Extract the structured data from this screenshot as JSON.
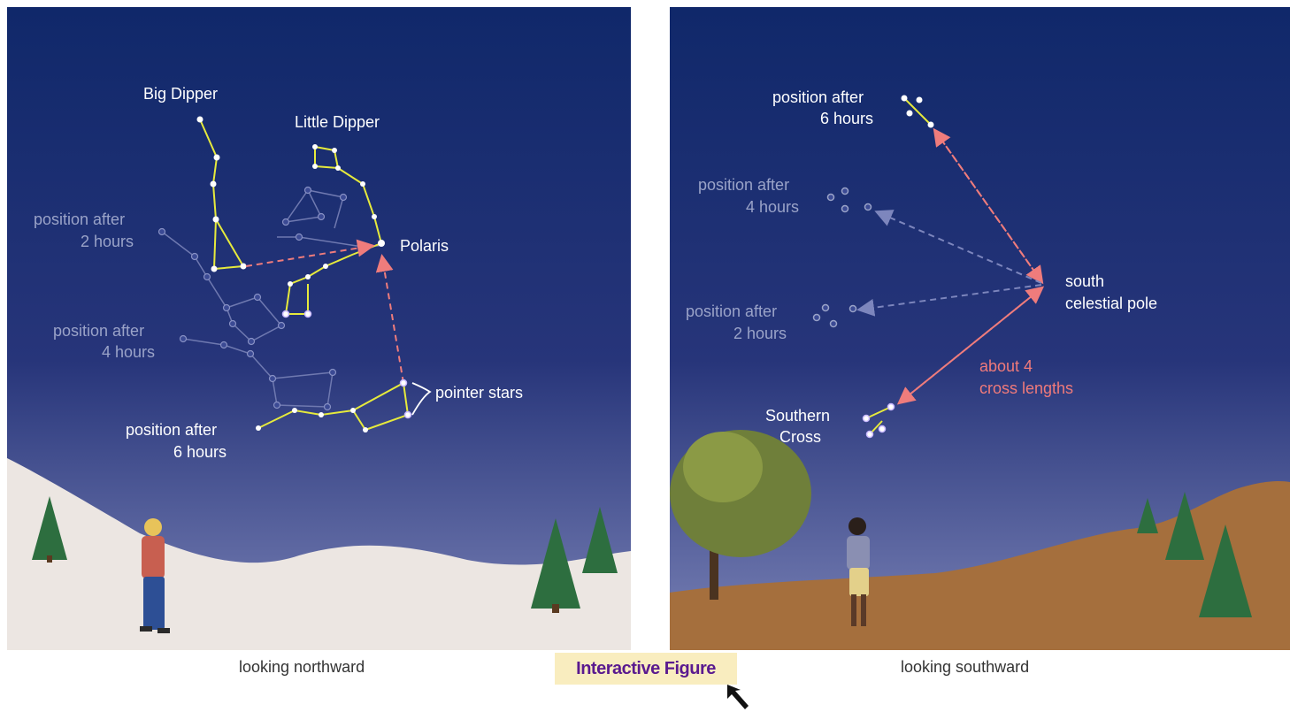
{
  "north": {
    "caption": "looking northward",
    "big_dipper": "Big Dipper",
    "little_dipper": "Little Dipper",
    "polaris": "Polaris",
    "pointer_stars": "pointer stars",
    "pos2_line1": "position after",
    "pos2_line2": "2 hours",
    "pos4_line1": "position after",
    "pos4_line2": "4 hours",
    "pos6_line1": "position after",
    "pos6_line2": "6 hours"
  },
  "south": {
    "caption": "looking southward",
    "pos6_line1": "position after",
    "pos6_line2": "6 hours",
    "pos4_line1": "position after",
    "pos4_line2": "4 hours",
    "pos2_line1": "position after",
    "pos2_line2": "2 hours",
    "pole_line1": "south",
    "pole_line2": "celestial pole",
    "cross_len_line1": "about 4",
    "cross_len_line2": "cross lengths",
    "southern_line1": "Southern",
    "southern_line2": "Cross"
  },
  "badge": {
    "label": "Interactive Figure"
  },
  "colors": {
    "sky_top": "#10286a",
    "sky_bottom": "#6a74ad",
    "constellation_line": "#e6ea3c",
    "faded_line": "#6f79b0",
    "arrow_pink": "#ef7c7c",
    "snow": "#ece6e2",
    "ground": "#a56f3d",
    "tree": "#2d6e3f"
  },
  "icons": [
    "cursor-arrow-icon",
    "tree-icon",
    "person-icon"
  ]
}
